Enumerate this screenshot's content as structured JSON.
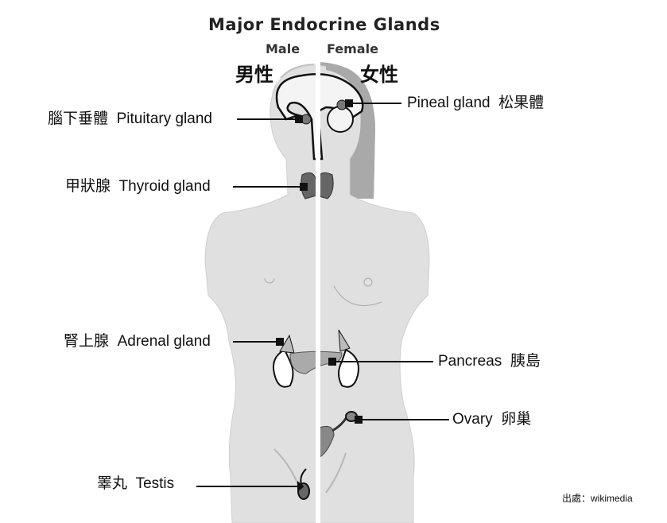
{
  "title": "Major Endocrine Glands",
  "male": {
    "en": "Male",
    "zh": "男性"
  },
  "female": {
    "en": "Female",
    "zh": "女性"
  },
  "labels": {
    "pituitary": {
      "zh": "腦下垂體",
      "en": "Pituitary gland"
    },
    "thyroid": {
      "zh": "甲狀腺",
      "en": "Thyroid gland"
    },
    "adrenal": {
      "zh": "腎上腺",
      "en": "Adrenal gland"
    },
    "testis": {
      "zh": "睪丸",
      "en": "Testis"
    },
    "pineal": {
      "en": "Pineal gland",
      "zh": "松果體"
    },
    "pancreas": {
      "en": "Pancreas",
      "zh": "胰島"
    },
    "ovary": {
      "en": "Ovary",
      "zh": "卵巢"
    }
  },
  "source": "出處：wikimedia"
}
